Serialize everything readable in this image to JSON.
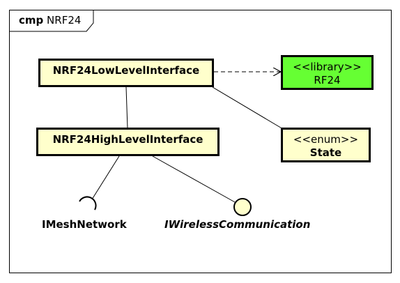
{
  "frame": {
    "keyword": "cmp",
    "name": "NRF24"
  },
  "components": {
    "low_level": {
      "name": "NRF24LowLevelInterface"
    },
    "high_level": {
      "name": "NRF24HighLevelInterface"
    },
    "rf24": {
      "stereotype": "<<library>>",
      "name": "RF24"
    },
    "state": {
      "stereotype": "<<enum>>",
      "name": "State"
    }
  },
  "interfaces": {
    "required": {
      "name": "IMeshNetwork"
    },
    "provided": {
      "name": "IWirelessCommunication"
    }
  },
  "colors": {
    "component_fill": "#ffffcc",
    "library_fill": "#66ff33",
    "lollipop_fill": "#ffffcc"
  }
}
